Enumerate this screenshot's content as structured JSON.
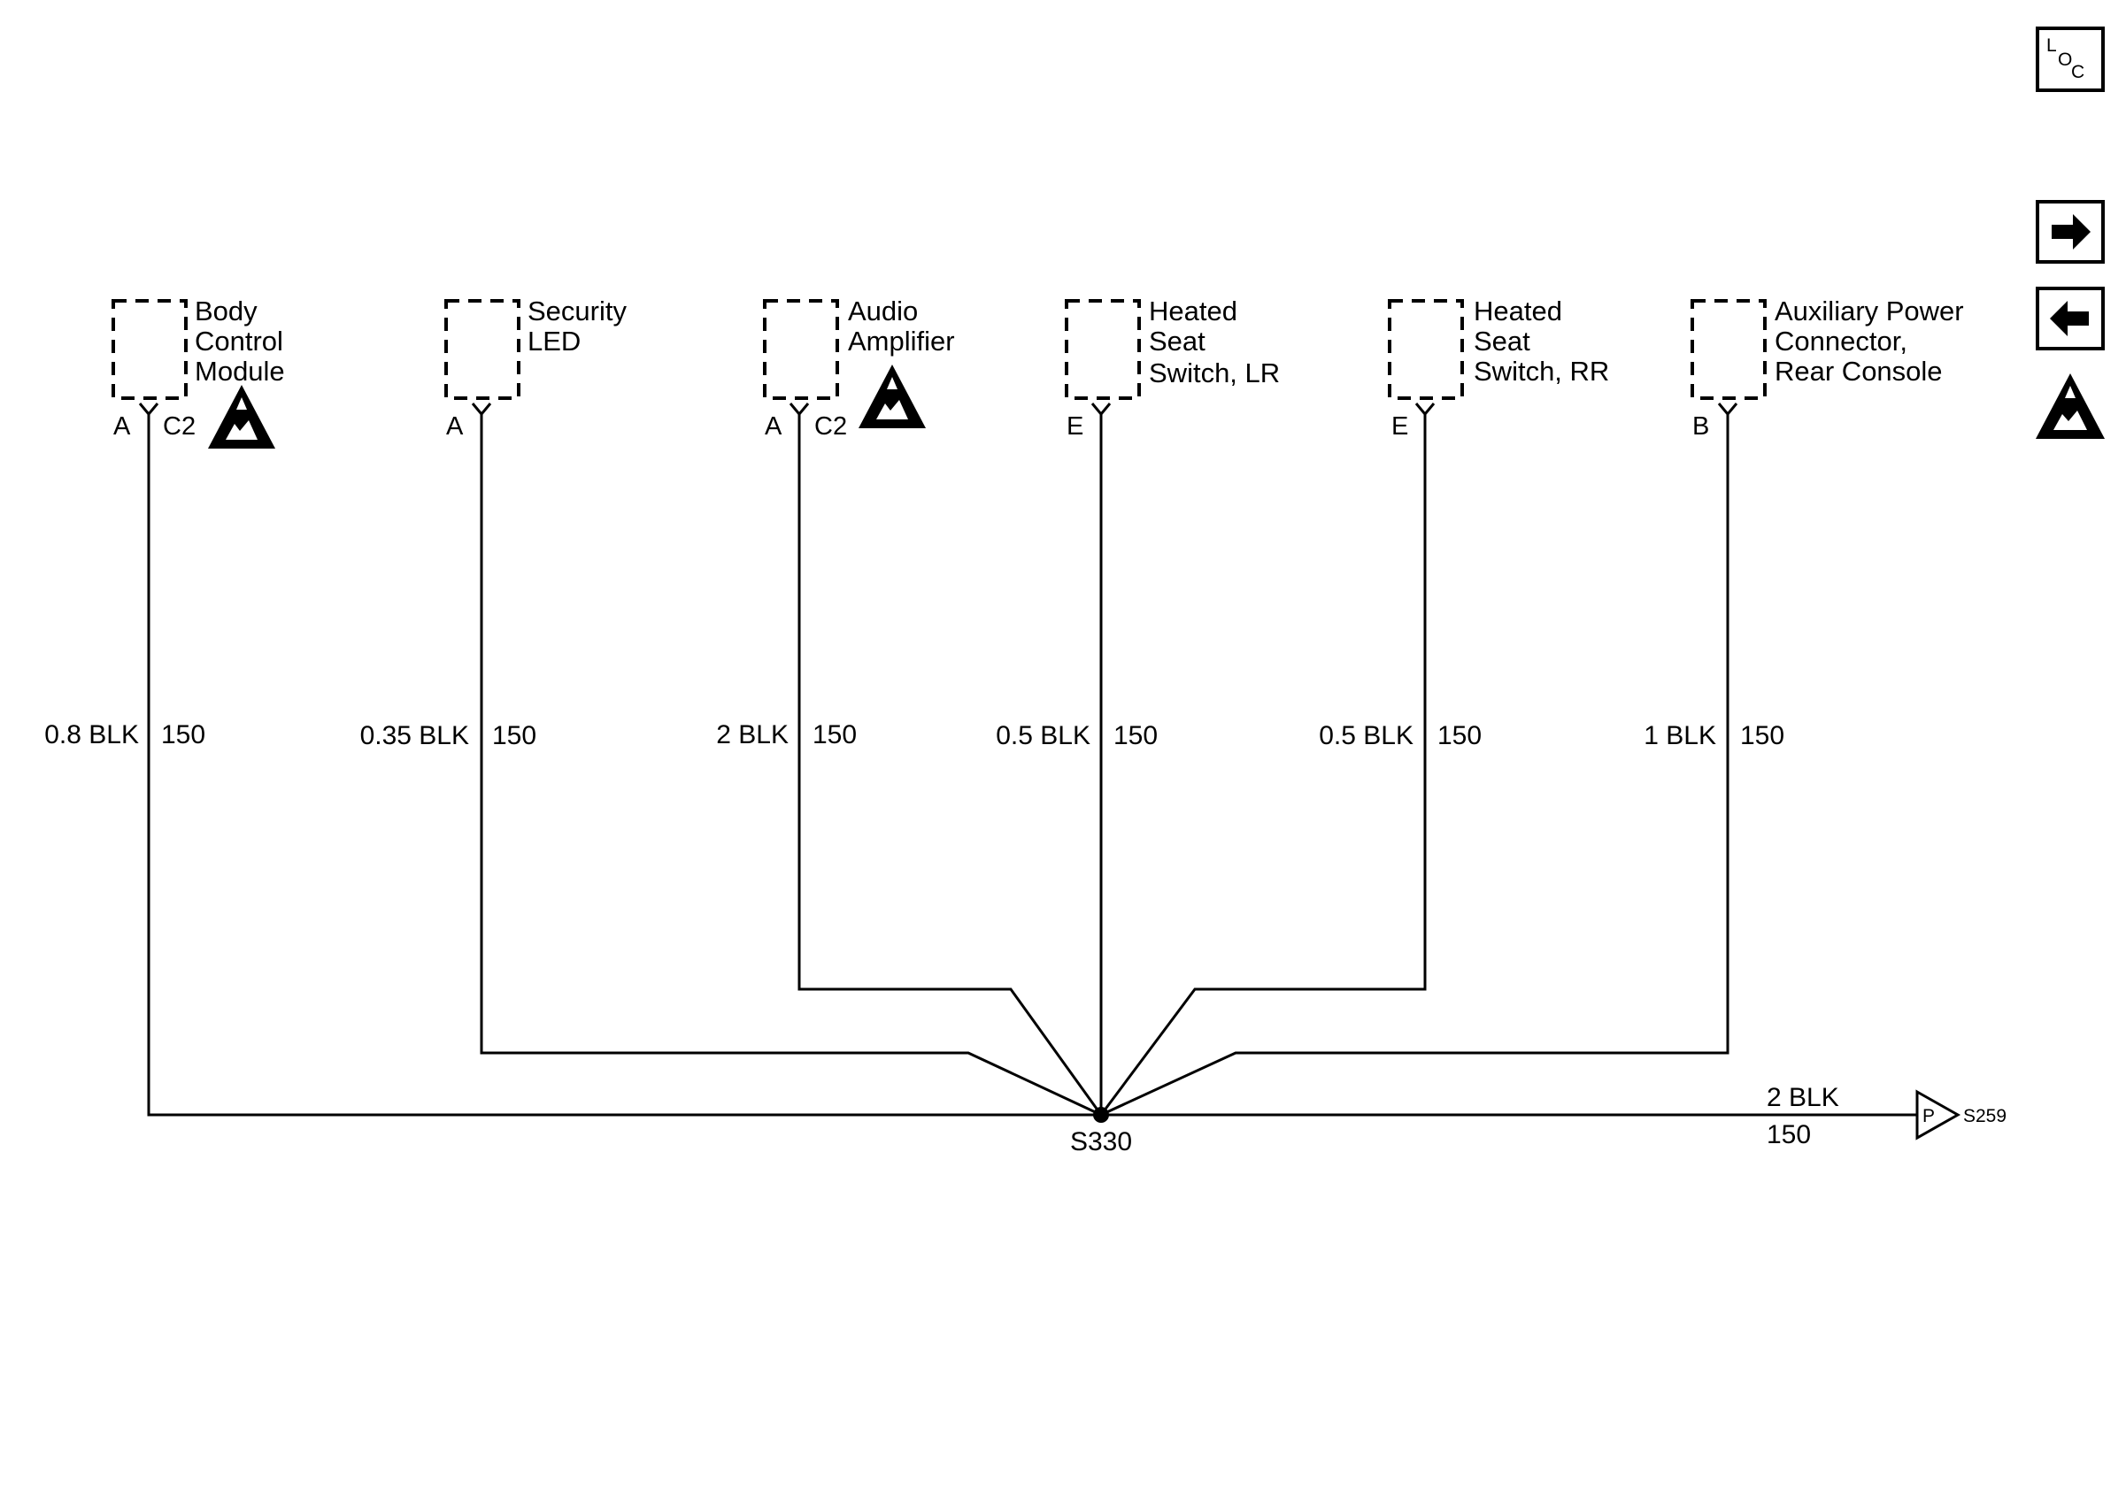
{
  "components": [
    {
      "name_lines": [
        "Body",
        "Control",
        "Module"
      ],
      "pin": "A",
      "connector": "C2",
      "esd": true,
      "wire_size_color": "0.8 BLK",
      "circuit": "150"
    },
    {
      "name_lines": [
        "Security",
        "LED"
      ],
      "pin": "A",
      "connector": "",
      "esd": false,
      "wire_size_color": "0.35 BLK",
      "circuit": "150"
    },
    {
      "name_lines": [
        "Audio",
        "Amplifier"
      ],
      "pin": "A",
      "connector": "C2",
      "esd": true,
      "wire_size_color": "2 BLK",
      "circuit": "150"
    },
    {
      "name_lines": [
        "Heated",
        "Seat",
        "Switch, LR"
      ],
      "pin": "E",
      "connector": "",
      "esd": false,
      "wire_size_color": "0.5 BLK",
      "circuit": "150"
    },
    {
      "name_lines": [
        "Heated",
        "Seat",
        "Switch, RR"
      ],
      "pin": "E",
      "connector": "",
      "esd": false,
      "wire_size_color": "0.5 BLK",
      "circuit": "150"
    },
    {
      "name_lines": [
        "Auxiliary Power",
        "Connector,",
        "Rear Console"
      ],
      "pin": "B",
      "connector": "",
      "esd": false,
      "wire_size_color": "1 BLK",
      "circuit": "150"
    }
  ],
  "splice": {
    "label": "S330"
  },
  "output": {
    "wire_size_color": "2 BLK",
    "circuit": "150",
    "connector_letter": "P",
    "destination": "S259"
  },
  "nav": {
    "loc_letters": [
      "L",
      "O",
      "C"
    ],
    "forward": "forward-arrow",
    "back": "back-arrow",
    "esd": true
  }
}
